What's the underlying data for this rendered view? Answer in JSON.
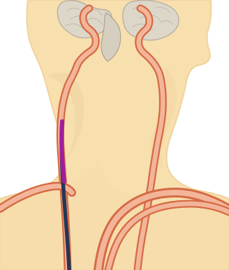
{
  "diagram": {
    "colors": {
      "background": "#ffffff",
      "skin": "#f8dfae",
      "skin_shadow": "#e8cf9e",
      "skin_outline": "#efd39d",
      "brain": "#ddd7c9",
      "brain_dark": "#b6afa2",
      "artery": "#f3b59a",
      "artery_outline": "#d56a43",
      "catheter": "#253653",
      "catheter_highlight": "#a11d9b"
    },
    "parts": {
      "head": "head",
      "neck": "neck",
      "shoulders": "shoulders",
      "brain": "brain",
      "left_artery": "left-carotid-artery",
      "right_artery": "right-carotid-artery",
      "left_subclavian": "left-subclavian-artery",
      "right_subclavian": "right-subclavian-artery",
      "catheter": "catheter"
    }
  }
}
